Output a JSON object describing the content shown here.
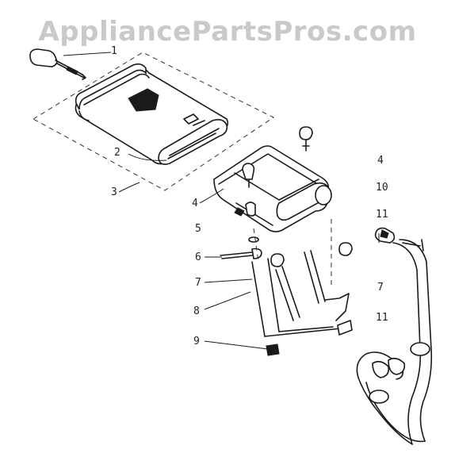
{
  "watermark": "AppliancePartsPros.com",
  "callouts": {
    "c1": "1",
    "c2": "2",
    "c3": "3",
    "c4a": "4",
    "c5": "5",
    "c6": "6",
    "c7a": "7",
    "c8": "8",
    "c9": "9",
    "c4b": "4",
    "c10": "10",
    "c11a": "11",
    "c7b": "7",
    "c11b": "11"
  }
}
